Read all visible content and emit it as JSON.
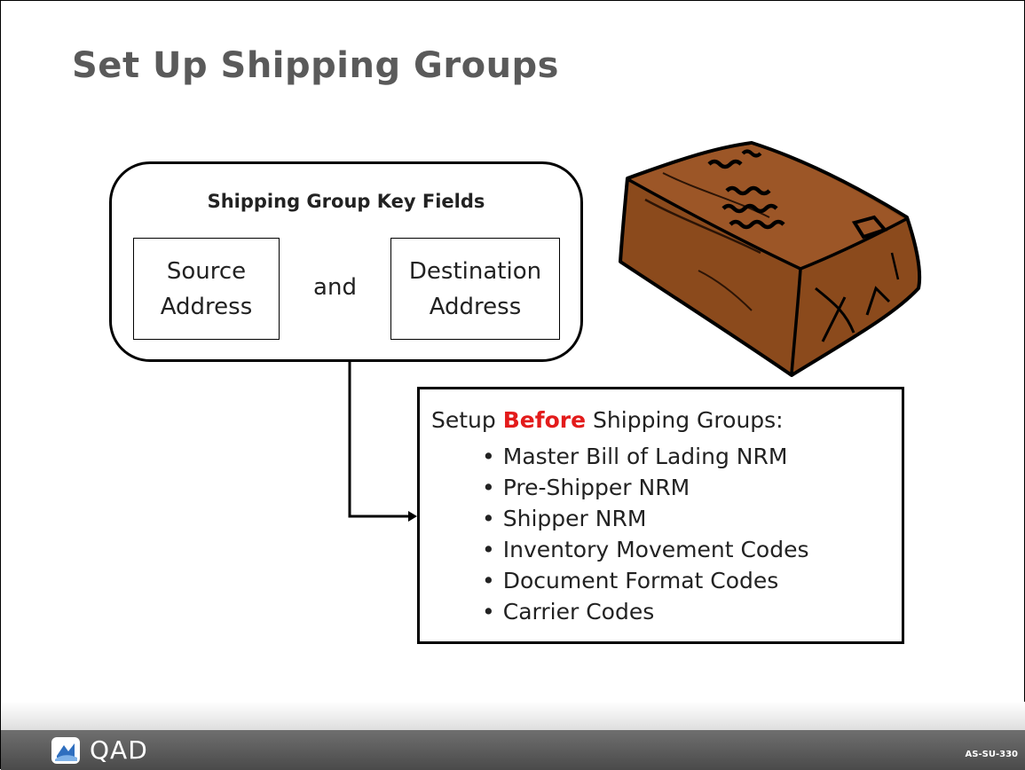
{
  "slide": {
    "title": "Set Up Shipping Groups",
    "slide_code": "AS-SU-330"
  },
  "key_fields": {
    "title": "Shipping Group Key Fields",
    "source": [
      "Source",
      "Address"
    ],
    "connector": "and",
    "destination": [
      "Destination",
      "Address"
    ]
  },
  "setup": {
    "heading_prefix": "Setup",
    "heading_emphasis": "Before",
    "heading_suffix": "Shipping Groups:",
    "bullet_char": "•",
    "items": [
      "Master Bill of Lading NRM",
      "Pre-Shipper NRM",
      "Shipper NRM",
      "Inventory Movement Codes",
      "Document Format Codes",
      "Carrier Codes"
    ]
  },
  "footer": {
    "logo_text": "QAD"
  },
  "colors": {
    "title": "#5a5a5a",
    "emphasis": "#e31b1b",
    "package_fill": "#8b4a1c",
    "footer_bar": "#5a5a5a"
  },
  "icons": {
    "package": "package-icon",
    "logo": "qad-logo-icon"
  }
}
